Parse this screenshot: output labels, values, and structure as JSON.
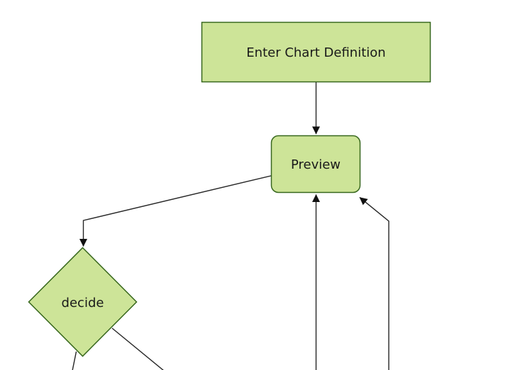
{
  "diagram": {
    "kind": "flowchart",
    "direction": "top-down",
    "colors": {
      "background": "#ffffff",
      "node_fill": "#cde498",
      "node_stroke": "#38681e",
      "edge": "#262626",
      "arrowhead": "#111111",
      "text": "#1a1a1a"
    },
    "nodes": [
      {
        "id": "A",
        "shape": "rectangle",
        "label": "Enter Chart Definition"
      },
      {
        "id": "B",
        "shape": "rounded-rectangle",
        "label": "Preview"
      },
      {
        "id": "C",
        "shape": "diamond",
        "label": "decide"
      }
    ],
    "edges": [
      {
        "from": "A",
        "to": "B",
        "arrow": true
      },
      {
        "from": "B",
        "to": "C",
        "arrow": true
      },
      {
        "from": "C",
        "to": "offscreen-bottom-left",
        "arrow": false
      },
      {
        "from": "C",
        "to": "offscreen-bottom-right",
        "arrow": false
      },
      {
        "from": "offscreen-bottom",
        "to": "B",
        "arrow": true
      },
      {
        "from": "offscreen-bottom-right",
        "to": "B",
        "arrow": true
      }
    ]
  }
}
